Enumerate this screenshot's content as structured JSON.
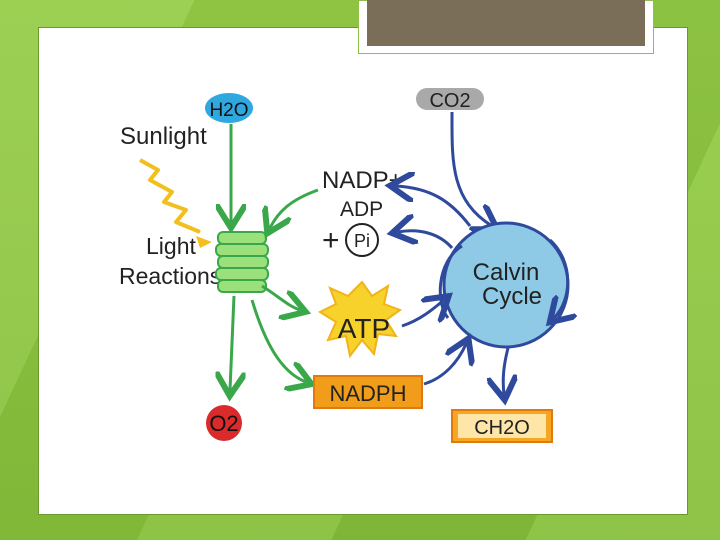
{
  "labels": {
    "h2o": "H2O",
    "sunlight": "Sunlight",
    "light_reactions_line1": "Light",
    "light_reactions_line2": "Reactions",
    "co2": "CO2",
    "nadp": "NADP+",
    "adp": "ADP",
    "plus": "+",
    "pi": "Pi",
    "calvin_line1": "Calvin",
    "calvin_line2": "Cycle",
    "atp": "ATP",
    "nadph": "NADPH",
    "o2": "O2",
    "ch2o": "CH2O"
  },
  "colors": {
    "green_arrow": "#3aa84a",
    "blue_arrow": "#2f4a9c",
    "h2o_fill": "#2fa8e0",
    "co2_fill": "#a9a9a9",
    "calvin_fill": "#8ecae6",
    "o2_fill": "#d92b2b",
    "atp_star": "#f6d22b",
    "nadph_fill": "#f29d1a",
    "ch2o_fill": "#f6a623",
    "thylakoid": "#9be07a"
  }
}
